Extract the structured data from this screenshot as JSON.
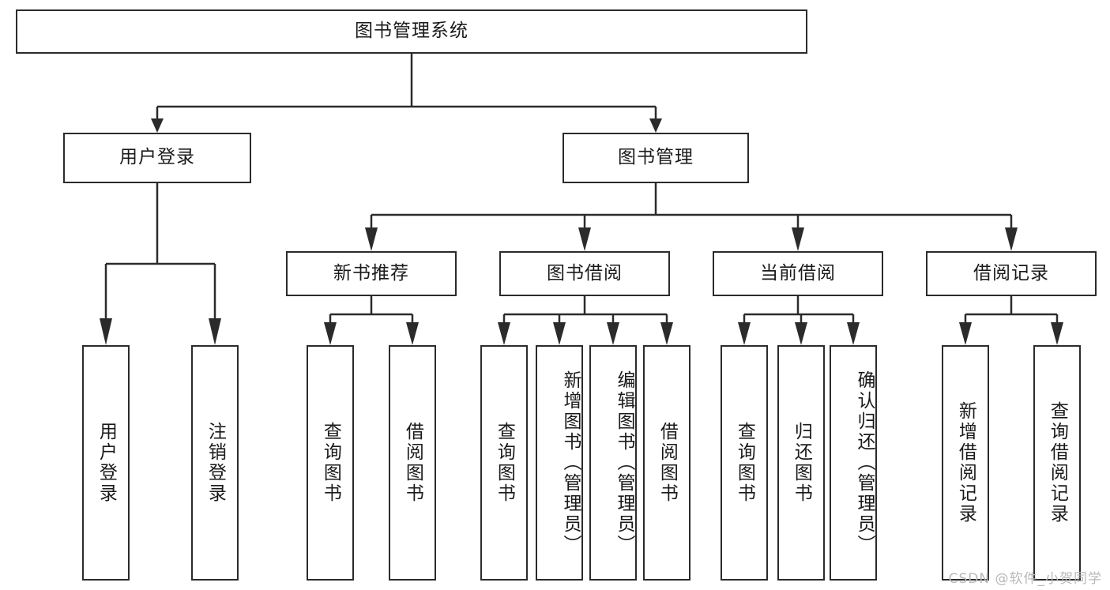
{
  "diagram": {
    "type": "hierarchy-tree",
    "title": "图书管理系统",
    "root": {
      "label": "图书管理系统"
    },
    "level2": [
      {
        "id": "user-login",
        "label": "用户登录"
      },
      {
        "id": "book-management",
        "label": "图书管理"
      }
    ],
    "level3": [
      {
        "id": "new-book-recommend",
        "label": "新书推荐",
        "parent": "book-management"
      },
      {
        "id": "book-borrow",
        "label": "图书借阅",
        "parent": "book-management"
      },
      {
        "id": "current-borrow",
        "label": "当前借阅",
        "parent": "book-management"
      },
      {
        "id": "borrow-record",
        "label": "借阅记录",
        "parent": "book-management"
      }
    ],
    "leaves": {
      "user-login": [
        {
          "id": "leaf-user-login",
          "label": "用户登录"
        },
        {
          "id": "leaf-user-logout",
          "label": "注销登录"
        }
      ],
      "new-book-recommend": [
        {
          "id": "leaf-query-book-1",
          "label": "查询图书"
        },
        {
          "id": "leaf-borrow-book-1",
          "label": "借阅图书"
        }
      ],
      "book-borrow": [
        {
          "id": "leaf-query-book-2",
          "label": "查询图书"
        },
        {
          "id": "leaf-add-book",
          "label": "新增图书（管理员）"
        },
        {
          "id": "leaf-edit-book",
          "label": "编辑图书（管理员）"
        },
        {
          "id": "leaf-borrow-book-2",
          "label": "借阅图书"
        }
      ],
      "current-borrow": [
        {
          "id": "leaf-query-book-3",
          "label": "查询图书"
        },
        {
          "id": "leaf-return-book",
          "label": "归还图书"
        },
        {
          "id": "leaf-confirm-return",
          "label": "确认归还（管理员）"
        }
      ],
      "borrow-record": [
        {
          "id": "leaf-add-record",
          "label": "新增借阅记录"
        },
        {
          "id": "leaf-query-record",
          "label": "查询借阅记录"
        }
      ]
    },
    "colors": {
      "stroke": "#2b2b2b",
      "fill": "#ffffff",
      "text": "#1a1a1a",
      "watermark": "#b8b8b8"
    }
  },
  "watermark": {
    "text": "CSDN @软件_小贺同学"
  }
}
